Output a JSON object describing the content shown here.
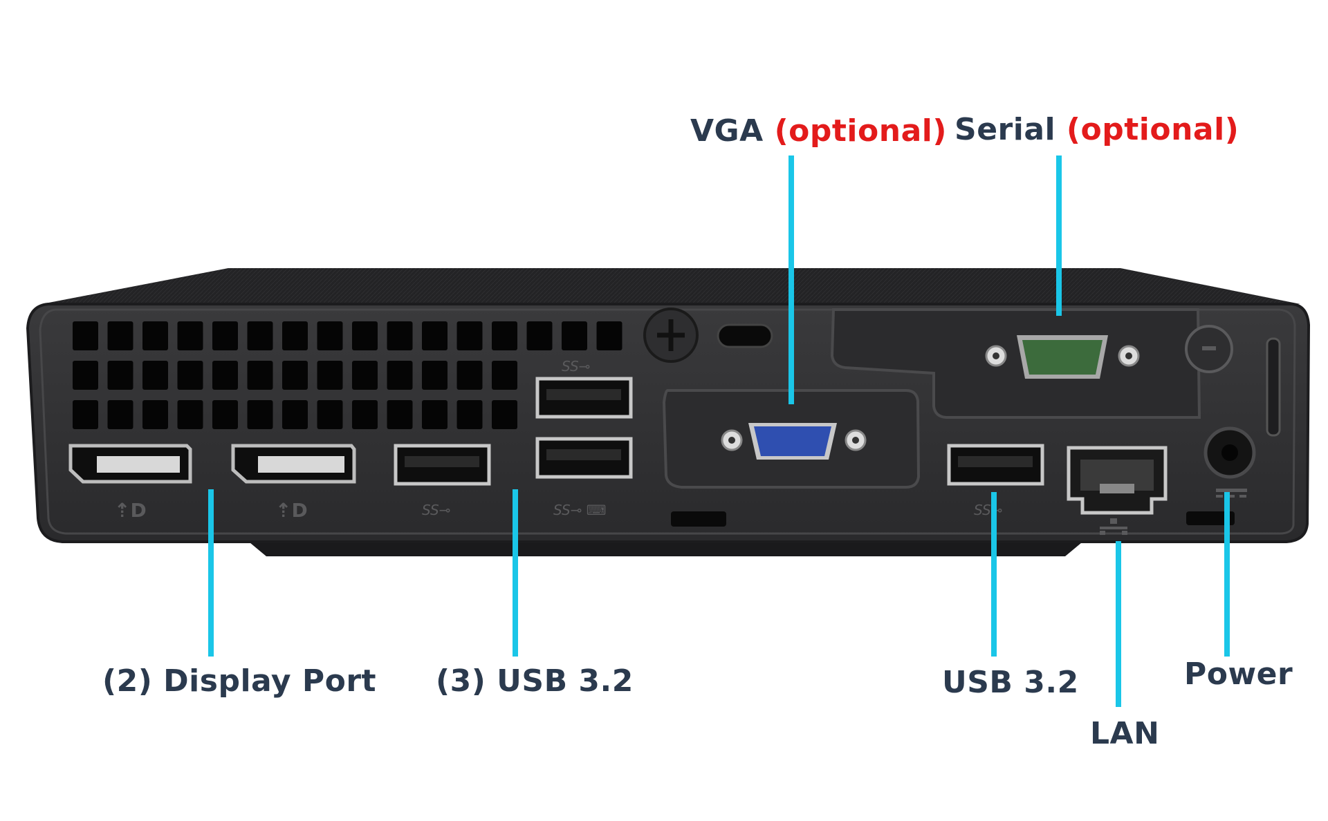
{
  "colors": {
    "leader": "#1ac6e8",
    "label": "#2b3a4e",
    "optional": "#e31b1b",
    "chassis": "#2a2a2c",
    "vga_port": "#2f4fb0",
    "serial_port": "#3c6b3c"
  },
  "callouts": {
    "vga": {
      "name": "VGA",
      "note": "(optional)"
    },
    "serial": {
      "name": "Serial",
      "note": "(optional)"
    },
    "displayport": {
      "text": "(2) Display Port"
    },
    "usb_left": {
      "text": "(3) USB 3.2"
    },
    "usb_right": {
      "text": "USB 3.2"
    },
    "lan": {
      "text": "LAN"
    },
    "power": {
      "text": "Power"
    }
  },
  "device": {
    "name": "mini-pc-rear-panel",
    "icons": [
      "displayport-icon",
      "displayport-icon",
      "superspeed-usb-icon",
      "superspeed-usb-icon",
      "superspeed-usb-icon",
      "keyboard-icon",
      "network-icon",
      "power-icon"
    ]
  }
}
